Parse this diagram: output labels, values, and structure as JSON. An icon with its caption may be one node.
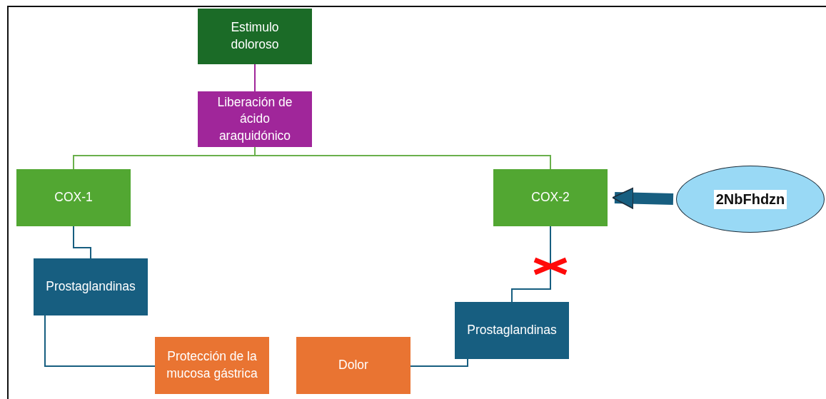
{
  "diagram": {
    "nodes": [
      {
        "text": [
          "Estimulo doloroso"
        ]
      },
      {
        "text": [
          "Liberación de ácido araquidónico"
        ]
      },
      {
        "text": [
          "COX-1"
        ]
      },
      {
        "text": [
          "COX-2"
        ]
      },
      {
        "text": [
          "2NbFhdzn"
        ]
      },
      {
        "text": [
          "Prostaglandinas"
        ]
      },
      {
        "text": [
          "Prostaglandinas"
        ]
      },
      {
        "text": [
          "Protección de la mucosa gástrica"
        ]
      },
      {
        "text": [
          "Dolor"
        ]
      }
    ],
    "edges": [
      {
        "from": 0,
        "to": 1,
        "arrow": "none",
        "color": "#a0269a"
      },
      {
        "from": 1,
        "to": 2,
        "arrow": "none",
        "color": "#6ab04c"
      },
      {
        "from": 1,
        "to": 3,
        "arrow": "none",
        "color": "#6ab04c"
      },
      {
        "from": 4,
        "to": 3,
        "arrow": "to",
        "style": "thick"
      },
      {
        "from": 2,
        "to": 5,
        "arrow": "none"
      },
      {
        "from": 3,
        "to": 6,
        "arrow": "none"
      },
      {
        "from": 5,
        "to": 7,
        "arrow": "none"
      },
      {
        "from": 6,
        "to": 8,
        "arrow": "none"
      }
    ]
  }
}
